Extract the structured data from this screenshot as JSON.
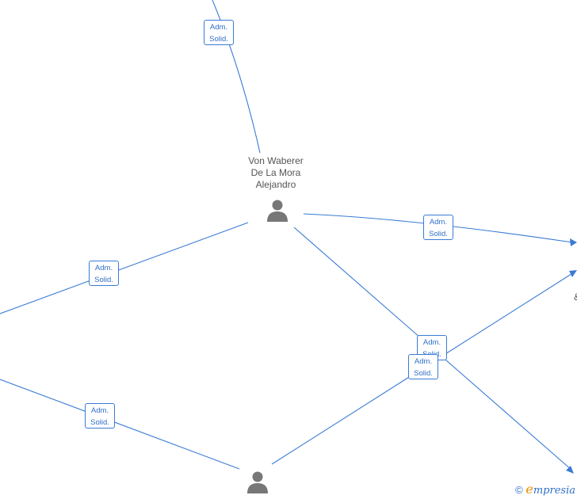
{
  "nodes": {
    "center_person": {
      "name_lines": [
        "Von Waberer",
        "De La Mora",
        "Alejandro"
      ],
      "icon": "person-icon"
    },
    "bottom_person": {
      "icon": "person-icon"
    }
  },
  "relation_label": {
    "line1": "Adm.",
    "line2": "Solid."
  },
  "badges": [
    {
      "line1": "Adm.",
      "line2": "Solid."
    },
    {
      "line1": "Adm.",
      "line2": "Solid."
    },
    {
      "line1": "Adm.",
      "line2": "Solid."
    },
    {
      "line1": "Adm.",
      "line2": "Solid."
    },
    {
      "line1": "Adm.",
      "line2": "Solid."
    },
    {
      "line1": "Adm.",
      "line2": "Solid."
    }
  ],
  "truncated_label": "&",
  "watermark": {
    "copyright": "©",
    "brand_initial": "e",
    "brand_rest": "mpresia"
  },
  "colors": {
    "edge": "#3a7bd5",
    "node": "#777777",
    "brand_orange": "#f08a00"
  }
}
